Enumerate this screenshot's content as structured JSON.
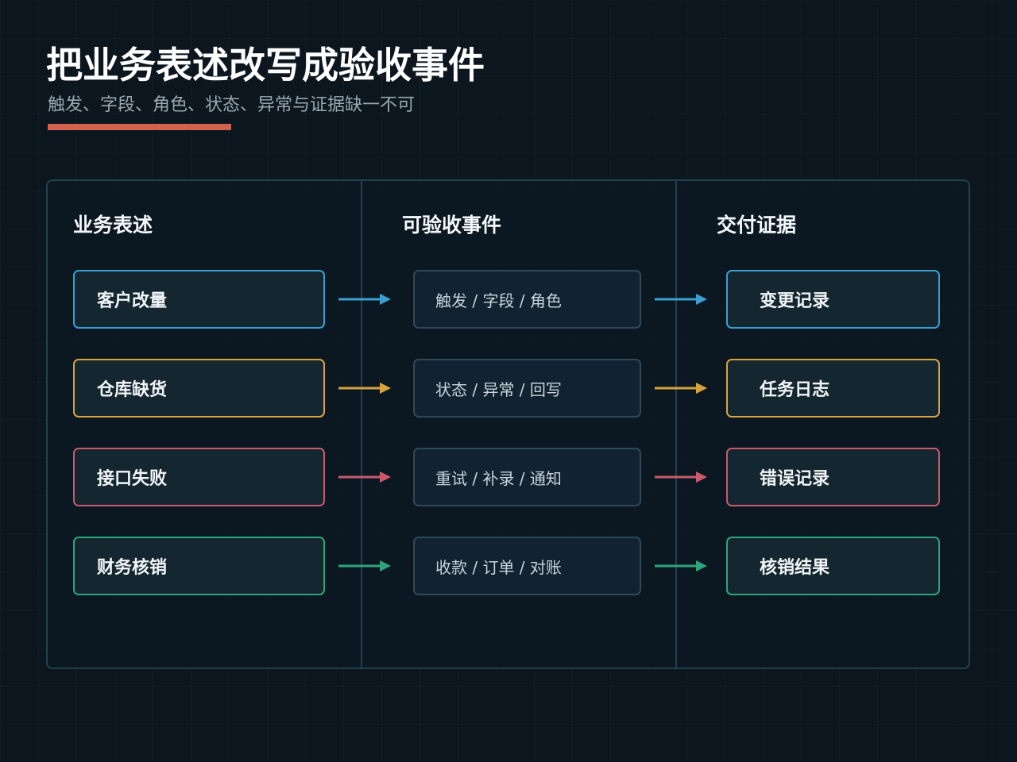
{
  "header": {
    "title": "把业务表述改写成验收事件",
    "subtitle": "触发、字段、角色、状态、异常与证据缺一不可"
  },
  "columns": {
    "business": "业务表述",
    "events": "可验收事件",
    "evidence": "交付证据"
  },
  "rows": [
    {
      "business": "客户改量",
      "event": "触发 / 字段 / 角色",
      "evidence": "变更记录",
      "color": "#3b9fd0"
    },
    {
      "business": "仓库缺货",
      "event": "状态 / 异常 / 回写",
      "evidence": "任务日志",
      "color": "#d8a23e"
    },
    {
      "business": "接口失败",
      "event": "重试 / 补录 / 通知",
      "evidence": "错误记录",
      "color": "#c85a6c"
    },
    {
      "business": "财务核销",
      "event": "收款 / 订单 / 对账",
      "evidence": "核销结果",
      "color": "#2fa37a"
    }
  ],
  "colors": {
    "background": "#0b161e",
    "accent": "#d0614c",
    "panel_border": "#24404d"
  }
}
